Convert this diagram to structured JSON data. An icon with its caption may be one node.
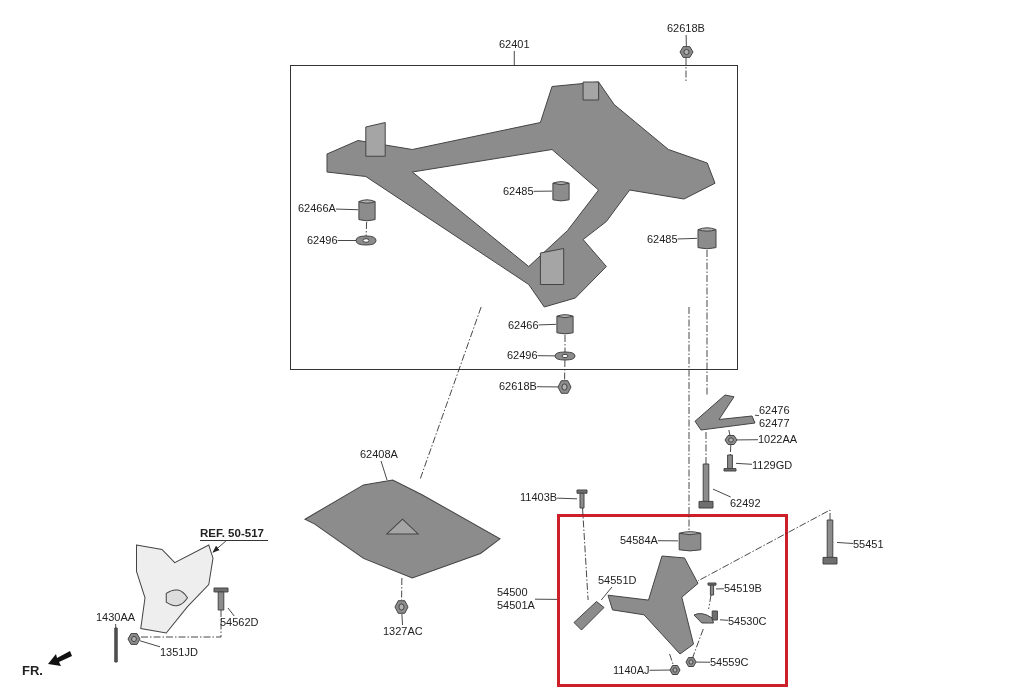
{
  "diagram": {
    "nodes": [
      {
        "text": [],
        "shape": "box"
      },
      {
        "text": [
          "62401"
        ]
      },
      {
        "text": [],
        "shape": "picture",
        "in": 0
      },
      {
        "text": [
          "62485"
        ],
        "in": 2
      },
      {
        "text": [],
        "shape": "cylinder",
        "in": 2
      },
      {
        "text": [
          "62466A"
        ],
        "in": 0
      },
      {
        "text": [],
        "shape": "cylinder",
        "in": 2
      },
      {
        "text": [
          "62496"
        ],
        "in": 0
      },
      {
        "text": [],
        "shape": "circle",
        "in": 2
      },
      {
        "text": [
          "62485"
        ],
        "in": 2
      },
      {
        "text": [],
        "shape": "cylinder",
        "in": 2
      },
      {
        "text": [
          "62466"
        ],
        "in": 0
      },
      {
        "text": [],
        "shape": "cylinder",
        "in": 0
      },
      {
        "text": [
          "62496"
        ],
        "in": 0
      },
      {
        "text": [],
        "shape": "circle",
        "in": 0
      },
      {
        "text": [
          "62618B"
        ]
      },
      {
        "text": [],
        "shape": "circle"
      },
      {
        "text": [
          "62618B"
        ]
      },
      {
        "text": [],
        "shape": "circle"
      },
      {
        "text": [
          "62476",
          "62477"
        ]
      },
      {
        "text": [],
        "shape": "picture"
      },
      {
        "text": [
          "1022AA"
        ]
      },
      {
        "text": [],
        "shape": "circle"
      },
      {
        "text": [
          "1129GD"
        ]
      },
      {
        "text": [],
        "shape": "picture"
      },
      {
        "text": [
          "62492"
        ]
      },
      {
        "text": [],
        "shape": "picture"
      },
      {
        "text": [
          "62408A"
        ]
      },
      {
        "text": [],
        "shape": "picture"
      },
      {
        "text": [
          "1327AC"
        ]
      },
      {
        "text": [],
        "shape": "circle"
      },
      {
        "text": [
          "11403B"
        ]
      },
      {
        "text": [],
        "shape": "picture"
      },
      {
        "text": [
          "55451"
        ]
      },
      {
        "text": [],
        "shape": "picture"
      },
      {
        "text": [
          "REF. 50-517"
        ]
      },
      {
        "text": [],
        "shape": "picture"
      },
      {
        "text": [
          "54562D"
        ]
      },
      {
        "text": [],
        "shape": "picture"
      },
      {
        "text": [
          "1351JD"
        ]
      },
      {
        "text": [],
        "shape": "circle"
      },
      {
        "text": [
          "1430AA"
        ]
      },
      {
        "text": [],
        "shape": "bar"
      },
      {
        "text": [],
        "shape": "box"
      },
      {
        "text": [
          "54500",
          "54501A"
        ]
      },
      {
        "text": [
          "54584A"
        ],
        "in": 43
      },
      {
        "text": [],
        "shape": "cylinder",
        "in": 43
      },
      {
        "text": [],
        "shape": "picture",
        "in": 43
      },
      {
        "text": [
          "54551D"
        ],
        "in": 43
      },
      {
        "text": [],
        "shape": "picture",
        "in": 43
      },
      {
        "text": [
          "54519B"
        ],
        "in": 43
      },
      {
        "text": [],
        "shape": "picture",
        "in": 43
      },
      {
        "text": [
          "54530C"
        ],
        "in": 43
      },
      {
        "text": [],
        "shape": "picture",
        "in": 43
      },
      {
        "text": [
          "1140AJ"
        ],
        "in": 43
      },
      {
        "text": [],
        "shape": "circle",
        "in": 43
      },
      {
        "text": [
          "54559C"
        ],
        "in": 43
      },
      {
        "text": [],
        "shape": "circle",
        "in": 43
      }
    ],
    "edges": [
      {
        "from": 1,
        "to": 0,
        "arrow": "none"
      },
      {
        "from": 15,
        "to": 16,
        "arrow": "none"
      },
      {
        "from": 3,
        "to": 4,
        "arrow": "none"
      },
      {
        "from": 5,
        "to": 6,
        "arrow": "none"
      },
      {
        "from": 7,
        "to": 8,
        "arrow": "none"
      },
      {
        "from": 9,
        "to": 10,
        "arrow": "none"
      },
      {
        "from": 11,
        "to": 12,
        "arrow": "none"
      },
      {
        "from": 13,
        "to": 14,
        "arrow": "none"
      },
      {
        "from": 17,
        "to": 18,
        "arrow": "none"
      },
      {
        "from": 19,
        "to": 20,
        "arrow": "none"
      },
      {
        "from": 21,
        "to": 22,
        "arrow": "none"
      },
      {
        "from": 23,
        "to": 24,
        "arrow": "none"
      },
      {
        "from": 25,
        "to": 26,
        "arrow": "none"
      },
      {
        "from": 27,
        "to": 28,
        "arrow": "none"
      },
      {
        "from": 29,
        "to": 30,
        "arrow": "none"
      },
      {
        "from": 31,
        "to": 32,
        "arrow": "none"
      },
      {
        "from": 33,
        "to": 34,
        "arrow": "none"
      },
      {
        "from": 35,
        "to": 36,
        "arrow": "to"
      },
      {
        "from": 37,
        "to": 38,
        "arrow": "none"
      },
      {
        "from": 39,
        "to": 40,
        "arrow": "none"
      },
      {
        "from": 41,
        "to": 42,
        "arrow": "none"
      },
      {
        "from": 44,
        "to": 43,
        "arrow": "none"
      },
      {
        "from": 45,
        "to": 46,
        "arrow": "none"
      },
      {
        "from": 48,
        "to": 49,
        "arrow": "none"
      },
      {
        "from": 50,
        "to": 51,
        "arrow": "none"
      },
      {
        "from": 52,
        "to": 53,
        "arrow": "none"
      },
      {
        "from": 54,
        "to": 55,
        "arrow": "none"
      },
      {
        "from": 56,
        "to": 57,
        "arrow": "none"
      },
      {
        "from": 16,
        "to": 2,
        "arrow": "none",
        "style": "dashed"
      },
      {
        "from": 2,
        "to": 46,
        "arrow": "none",
        "style": "dashed"
      },
      {
        "from": 10,
        "to": 20,
        "arrow": "none",
        "style": "dashed"
      },
      {
        "from": 26,
        "to": 20,
        "arrow": "none",
        "style": "dashed"
      },
      {
        "from": 20,
        "to": 22,
        "arrow": "none",
        "style": "dashed"
      },
      {
        "from": 22,
        "to": 24,
        "arrow": "none",
        "style": "dashed"
      },
      {
        "from": 2,
        "to": 28,
        "arrow": "none",
        "style": "dashed"
      },
      {
        "from": 28,
        "to": 30,
        "arrow": "none",
        "style": "dashed"
      },
      {
        "from": 32,
        "to": 49,
        "arrow": "none",
        "style": "dashed"
      },
      {
        "from": 34,
        "to": 47,
        "arrow": "none",
        "style": "dashed"
      },
      {
        "from": 38,
        "to": 40,
        "arrow": "none",
        "style": "dashed"
      },
      {
        "from": 51,
        "to": 53,
        "arrow": "none",
        "style": "dashed"
      },
      {
        "from": 53,
        "to": 57,
        "arrow": "none",
        "style": "dashed"
      },
      {
        "from": 47,
        "to": 55,
        "arrow": "none",
        "style": "dashed"
      },
      {
        "from": 6,
        "to": 8,
        "arrow": "none",
        "style": "dashed"
      },
      {
        "from": 12,
        "to": 14,
        "arrow": "none",
        "style": "dashed"
      },
      {
        "from": 14,
        "to": 18,
        "arrow": "none",
        "style": "dashed"
      }
    ],
    "labels": [
      "FR."
    ]
  }
}
